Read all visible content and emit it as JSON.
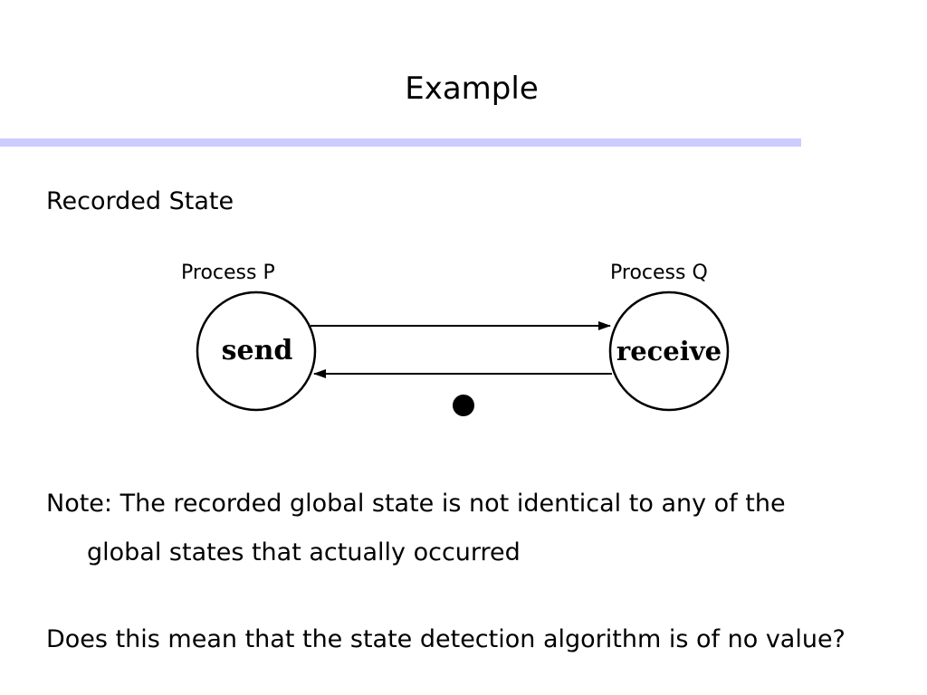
{
  "slide": {
    "title": "Example",
    "heading": "Recorded State",
    "process_p_label": "Process P",
    "process_q_label": "Process Q",
    "node_p_text": "send",
    "node_q_text": "receive",
    "note_line1": "Note:  The recorded global state is not identical to any of the",
    "note_line2": "global states that actually occurred",
    "question": "Does this mean that the state detection algorithm is of no value?"
  },
  "colors": {
    "rule": "#ccccff",
    "ink": "#000000"
  }
}
